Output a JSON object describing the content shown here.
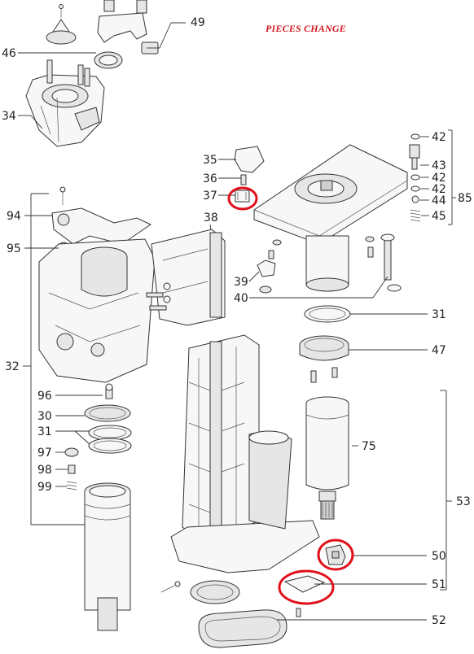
{
  "title": "PIECES CHANGE",
  "colors": {
    "highlight": "#e0101a",
    "title": "#d2141e",
    "line": "#333333"
  },
  "labels": {
    "p49": "49",
    "p46": "46",
    "p34": "34",
    "p35": "35",
    "p36": "36",
    "p37": "37",
    "p38": "38",
    "p39": "39",
    "p40": "40",
    "p42a": "42",
    "p43": "43",
    "p42b": "42",
    "p42c": "42",
    "p44": "44",
    "p45": "45",
    "p85": "85",
    "p94": "94",
    "p95": "95",
    "p32": "32",
    "p31a": "31",
    "p47": "47",
    "p96": "96",
    "p30": "30",
    "p31b": "31",
    "p97": "97",
    "p98": "98",
    "p99": "99",
    "p75": "75",
    "p53": "53",
    "p50": "50",
    "p51": "51",
    "p52": "52"
  },
  "highlighted_parts": [
    "37",
    "50",
    "51"
  ]
}
